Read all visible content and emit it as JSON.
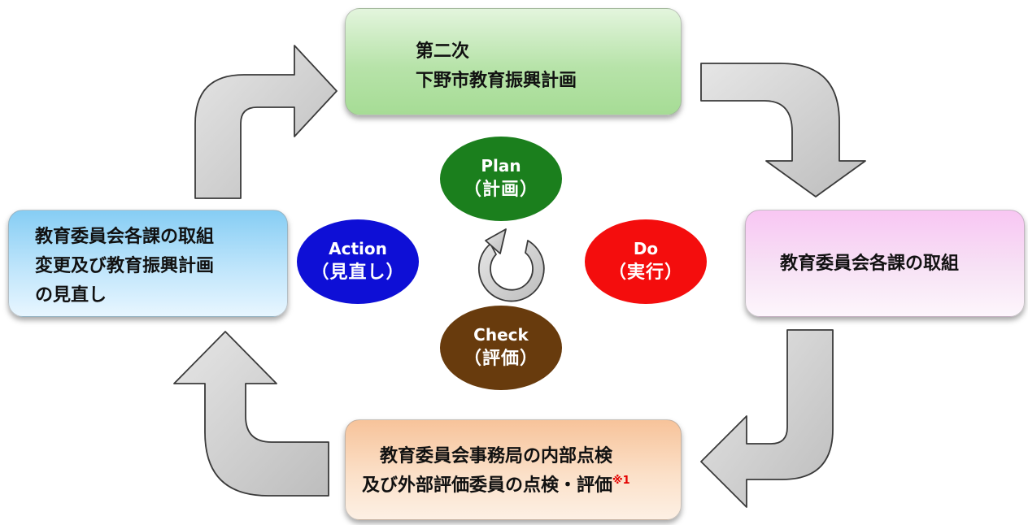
{
  "boxes": {
    "plan": {
      "line1": "第二次",
      "line2": "下野市教育振興計画"
    },
    "do": {
      "line1": "教育委員会各課の取組"
    },
    "check": {
      "line1": "教育委員会事務局の内部点検",
      "line2": "及び外部評価委員の点検・評価",
      "note": "※1"
    },
    "action": {
      "line1": "教育委員会各課の取組",
      "line2": "変更及び教育振興計画",
      "line3": "の見直し"
    }
  },
  "cycle": {
    "plan": {
      "en": "Plan",
      "jp": "（計画）"
    },
    "do": {
      "en": "Do",
      "jp": "（実行）"
    },
    "check": {
      "en": "Check",
      "jp": "（評価）"
    },
    "action": {
      "en": "Action",
      "jp": "（見直し）"
    }
  },
  "colors": {
    "plan": "#1b7f1d",
    "do": "#f40d0d",
    "check": "#683b0d",
    "action": "#0e0fd6",
    "note": "#e30000",
    "arrow_fill": "#cfcfcf",
    "arrow_stroke": "#3a3a3a"
  },
  "icons": [
    "bent-arrow-icon",
    "circular-refresh-icon"
  ]
}
